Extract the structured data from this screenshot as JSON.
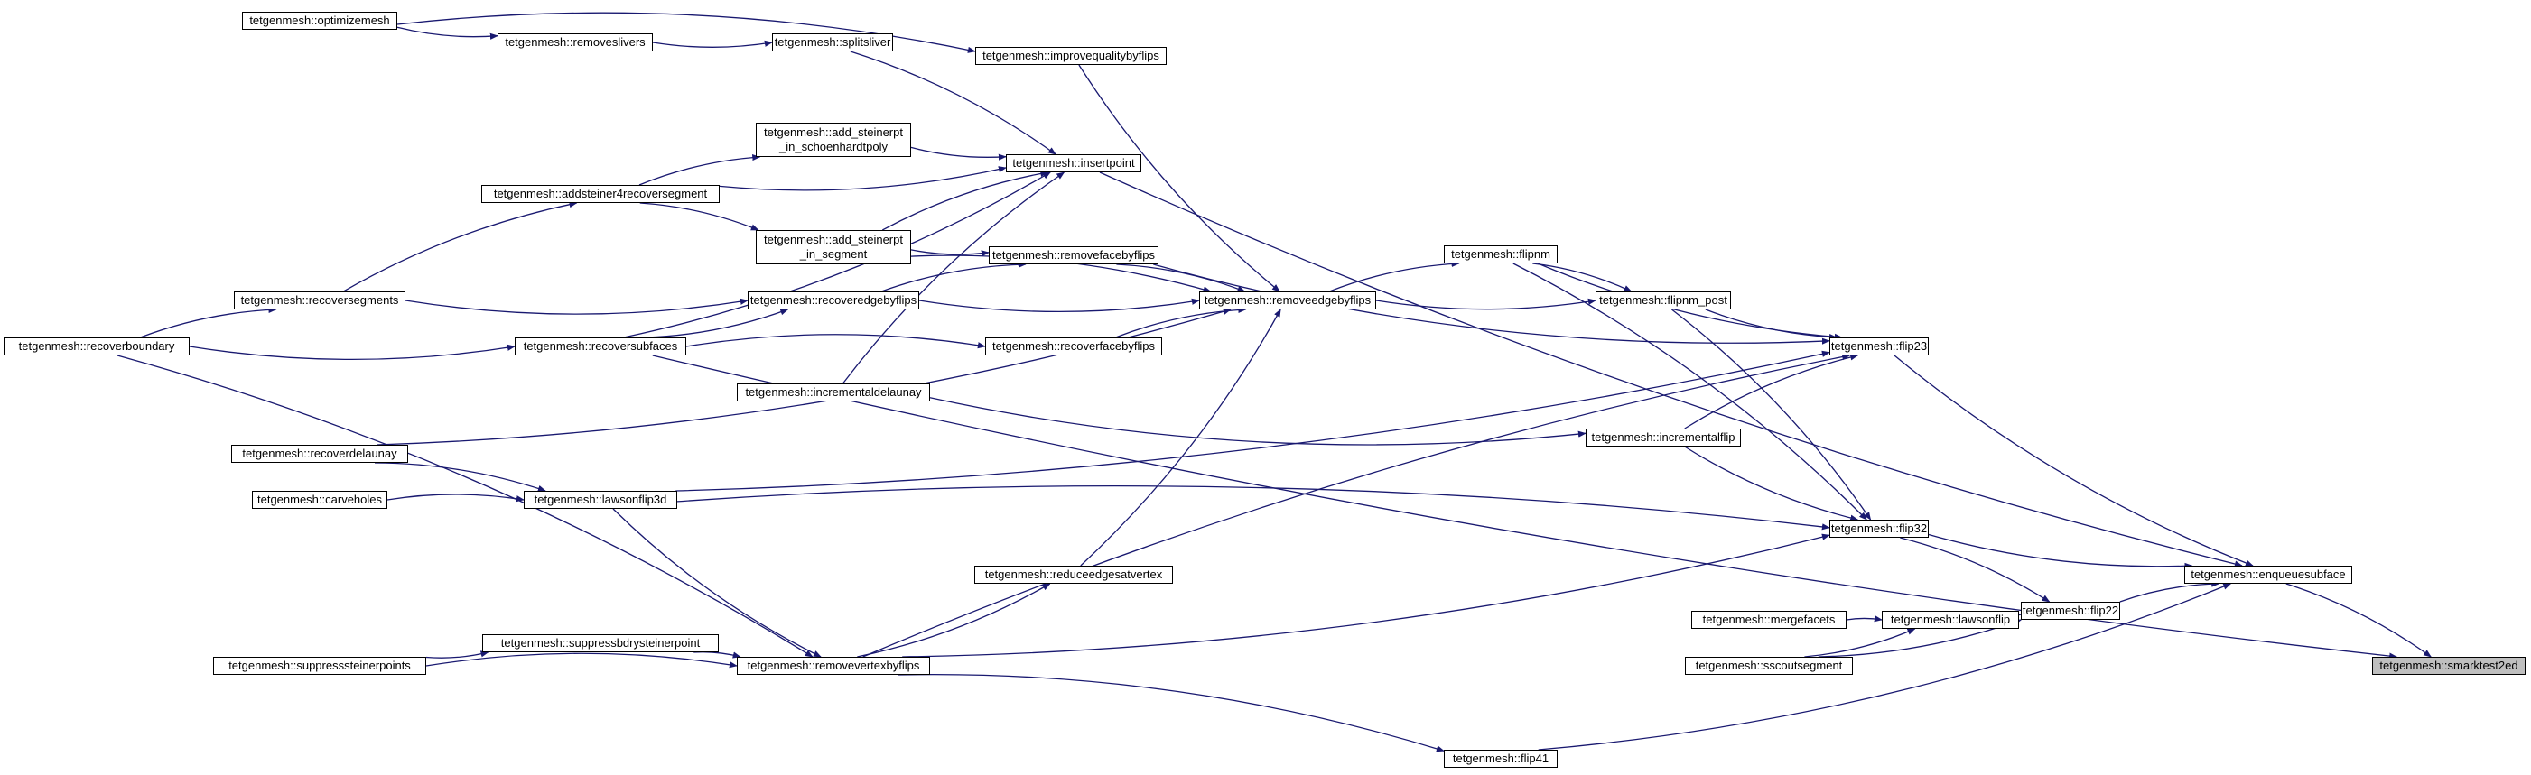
{
  "colors": {
    "edge": "#191970",
    "border": "#000000",
    "highlight_fill": "#bfbfbf"
  },
  "nodes": [
    {
      "id": "optimizemesh",
      "label": "tetgenmesh::optimizemesh"
    },
    {
      "id": "removeslivers",
      "label": "tetgenmesh::removeslivers"
    },
    {
      "id": "splitsliver",
      "label": "tetgenmesh::splitsliver"
    },
    {
      "id": "improvequalitybyflips",
      "label": "tetgenmesh::improvequalitybyflips"
    },
    {
      "id": "add_steinerpt_in_schoenhardtpoly",
      "label": "tetgenmesh::add_steinerpt\n_in_schoenhardtpoly"
    },
    {
      "id": "insertpoint",
      "label": "tetgenmesh::insertpoint"
    },
    {
      "id": "addsteiner4recoversegment",
      "label": "tetgenmesh::addsteiner4recoversegment"
    },
    {
      "id": "add_steinerpt_in_segment",
      "label": "tetgenmesh::add_steinerpt\n_in_segment"
    },
    {
      "id": "removefacebyflips",
      "label": "tetgenmesh::removefacebyflips"
    },
    {
      "id": "flipnm",
      "label": "tetgenmesh::flipnm"
    },
    {
      "id": "recoversegments",
      "label": "tetgenmesh::recoversegments"
    },
    {
      "id": "recoveredgebyflips",
      "label": "tetgenmesh::recoveredgebyflips"
    },
    {
      "id": "removeedgebyflips",
      "label": "tetgenmesh::removeedgebyflips"
    },
    {
      "id": "flipnm_post",
      "label": "tetgenmesh::flipnm_post"
    },
    {
      "id": "recoverboundary",
      "label": "tetgenmesh::recoverboundary"
    },
    {
      "id": "recoversubfaces",
      "label": "tetgenmesh::recoversubfaces"
    },
    {
      "id": "recoverfacebyflips",
      "label": "tetgenmesh::recoverfacebyflips"
    },
    {
      "id": "flip23",
      "label": "tetgenmesh::flip23"
    },
    {
      "id": "incrementaldelaunay",
      "label": "tetgenmesh::incrementaldelaunay"
    },
    {
      "id": "recoverdelaunay",
      "label": "tetgenmesh::recoverdelaunay"
    },
    {
      "id": "incrementalflip",
      "label": "tetgenmesh::incrementalflip"
    },
    {
      "id": "carveholes",
      "label": "tetgenmesh::carveholes"
    },
    {
      "id": "lawsonflip3d",
      "label": "tetgenmesh::lawsonflip3d"
    },
    {
      "id": "flip32",
      "label": "tetgenmesh::flip32"
    },
    {
      "id": "reduceedgesatvertex",
      "label": "tetgenmesh::reduceedgesatvertex"
    },
    {
      "id": "enqueuesubface",
      "label": "tetgenmesh::enqueuesubface"
    },
    {
      "id": "mergefacets",
      "label": "tetgenmesh::mergefacets"
    },
    {
      "id": "lawsonflip",
      "label": "tetgenmesh::lawsonflip"
    },
    {
      "id": "flip22",
      "label": "tetgenmesh::flip22"
    },
    {
      "id": "suppressbdrysteinerpoint",
      "label": "tetgenmesh::suppressbdrysteinerpoint"
    },
    {
      "id": "suppresssteinerpoints",
      "label": "tetgenmesh::suppresssteinerpoints"
    },
    {
      "id": "removevertexbyflips",
      "label": "tetgenmesh::removevertexbyflips"
    },
    {
      "id": "sscoutsegment",
      "label": "tetgenmesh::sscoutsegment"
    },
    {
      "id": "smarktest2ed",
      "label": "tetgenmesh::smarktest2ed",
      "highlight": true
    },
    {
      "id": "flip41",
      "label": "tetgenmesh::flip41"
    }
  ],
  "edges": [
    {
      "from": "optimizemesh",
      "to": "removeslivers"
    },
    {
      "from": "optimizemesh",
      "to": "improvequalitybyflips"
    },
    {
      "from": "removeslivers",
      "to": "splitsliver"
    },
    {
      "from": "splitsliver",
      "to": "insertpoint"
    },
    {
      "from": "improvequalitybyflips",
      "to": "removeedgebyflips"
    },
    {
      "from": "addsteiner4recoversegment",
      "to": "add_steinerpt_in_schoenhardtpoly"
    },
    {
      "from": "addsteiner4recoversegment",
      "to": "insertpoint"
    },
    {
      "from": "addsteiner4recoversegment",
      "to": "add_steinerpt_in_segment"
    },
    {
      "from": "add_steinerpt_in_schoenhardtpoly",
      "to": "insertpoint"
    },
    {
      "from": "add_steinerpt_in_segment",
      "to": "insertpoint"
    },
    {
      "from": "add_steinerpt_in_segment",
      "to": "removefacebyflips"
    },
    {
      "from": "add_steinerpt_in_segment",
      "to": "removeedgebyflips"
    },
    {
      "from": "recoversubfaces",
      "to": "insertpoint"
    },
    {
      "from": "incrementaldelaunay",
      "to": "insertpoint"
    },
    {
      "from": "insertpoint",
      "to": "enqueuesubface"
    },
    {
      "from": "recoversegments",
      "to": "addsteiner4recoversegment"
    },
    {
      "from": "recoversegments",
      "to": "recoveredgebyflips"
    },
    {
      "from": "recoverboundary",
      "to": "recoversegments"
    },
    {
      "from": "recoverboundary",
      "to": "recoversubfaces"
    },
    {
      "from": "recoverboundary",
      "to": "removevertexbyflips"
    },
    {
      "from": "recoversubfaces",
      "to": "recoveredgebyflips"
    },
    {
      "from": "recoversubfaces",
      "to": "recoverfacebyflips"
    },
    {
      "from": "recoversubfaces",
      "to": "smarktest2ed"
    },
    {
      "from": "recoveredgebyflips",
      "to": "removefacebyflips"
    },
    {
      "from": "recoveredgebyflips",
      "to": "removeedgebyflips"
    },
    {
      "from": "removefacebyflips",
      "to": "removeedgebyflips"
    },
    {
      "from": "removefacebyflips",
      "to": "flip23"
    },
    {
      "from": "recoverfacebyflips",
      "to": "removeedgebyflips"
    },
    {
      "from": "recoverdelaunay",
      "to": "removeedgebyflips"
    },
    {
      "from": "recoverdelaunay",
      "to": "lawsonflip3d"
    },
    {
      "from": "reduceedgesatvertex",
      "to": "removeedgebyflips"
    },
    {
      "from": "removeedgebyflips",
      "to": "flipnm"
    },
    {
      "from": "removeedgebyflips",
      "to": "flipnm_post"
    },
    {
      "from": "flipnm",
      "to": "flipnm_post"
    },
    {
      "from": "flipnm",
      "to": "flip23"
    },
    {
      "from": "flipnm",
      "to": "flip32"
    },
    {
      "from": "flipnm_post",
      "to": "flip23"
    },
    {
      "from": "flipnm_post",
      "to": "flip32"
    },
    {
      "from": "incrementaldelaunay",
      "to": "incrementalflip"
    },
    {
      "from": "incrementalflip",
      "to": "flip23"
    },
    {
      "from": "incrementalflip",
      "to": "flip32"
    },
    {
      "from": "carveholes",
      "to": "lawsonflip3d"
    },
    {
      "from": "lawsonflip3d",
      "to": "flip23"
    },
    {
      "from": "lawsonflip3d",
      "to": "flip32"
    },
    {
      "from": "lawsonflip3d",
      "to": "removevertexbyflips"
    },
    {
      "from": "suppressbdrysteinerpoint",
      "to": "removevertexbyflips"
    },
    {
      "from": "suppresssteinerpoints",
      "to": "suppressbdrysteinerpoint"
    },
    {
      "from": "suppresssteinerpoints",
      "to": "removevertexbyflips"
    },
    {
      "from": "removevertexbyflips",
      "to": "reduceedgesatvertex"
    },
    {
      "from": "removevertexbyflips",
      "to": "flip23"
    },
    {
      "from": "removevertexbyflips",
      "to": "flip32"
    },
    {
      "from": "removevertexbyflips",
      "to": "flip41"
    },
    {
      "from": "flip23",
      "to": "enqueuesubface"
    },
    {
      "from": "flip32",
      "to": "flip22"
    },
    {
      "from": "flip32",
      "to": "enqueuesubface"
    },
    {
      "from": "mergefacets",
      "to": "lawsonflip"
    },
    {
      "from": "sscoutsegment",
      "to": "lawsonflip"
    },
    {
      "from": "lawsonflip",
      "to": "flip22"
    },
    {
      "from": "sscoutsegment",
      "to": "flip22"
    },
    {
      "from": "flip22",
      "to": "enqueuesubface"
    },
    {
      "from": "flip41",
      "to": "enqueuesubface"
    },
    {
      "from": "enqueuesubface",
      "to": "smarktest2ed"
    }
  ]
}
